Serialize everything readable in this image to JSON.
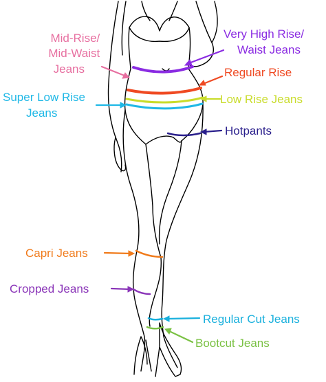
{
  "labels": {
    "mid_rise": {
      "lines": [
        "Mid-Rise/",
        "Mid-Waist",
        "Jeans"
      ],
      "color": "#e76fa0"
    },
    "very_high_rise": {
      "lines": [
        "Very High Rise/",
        "Waist Jeans"
      ],
      "color": "#8a2be2"
    },
    "regular_rise": {
      "lines": [
        "Regular Rise"
      ],
      "color": "#ef4a23"
    },
    "super_low_rise": {
      "lines": [
        "Super Low Rise",
        "Jeans"
      ],
      "color": "#1fb8e6"
    },
    "low_rise": {
      "lines": [
        "Low Rise Jeans"
      ],
      "color": "#c9dc2b"
    },
    "hotpants": {
      "lines": [
        "Hotpants"
      ],
      "color": "#2a1f8c"
    },
    "capri": {
      "lines": [
        "Capri Jeans"
      ],
      "color": "#f07a1a"
    },
    "cropped": {
      "lines": [
        "Cropped Jeans"
      ],
      "color": "#8a35b8"
    },
    "regular_cut": {
      "lines": [
        "Regular Cut Jeans"
      ],
      "color": "#19b0dd"
    },
    "bootcut": {
      "lines": [
        "Bootcut Jeans"
      ],
      "color": "#7ac143"
    }
  },
  "colors": {
    "outline": "#000000",
    "background": "#ffffff"
  }
}
